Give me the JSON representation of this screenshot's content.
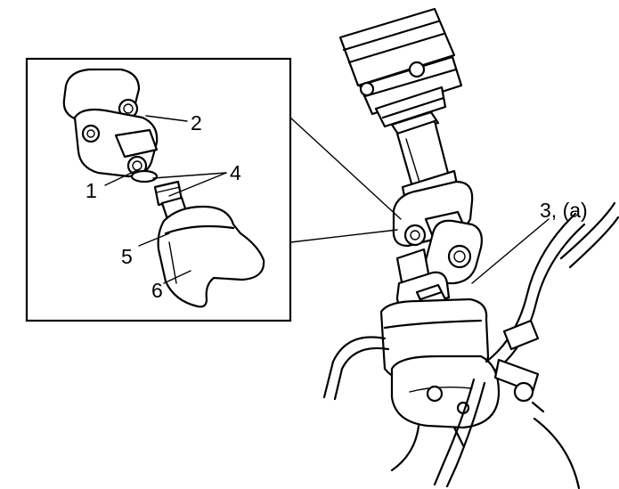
{
  "diagram": {
    "colors": {
      "ink": "#000000",
      "paper": "#ffffff"
    },
    "callouts": {
      "c1": "1",
      "c2": "2",
      "c3a": "3, (a)",
      "c4": "4",
      "c5": "5",
      "c6": "6"
    },
    "parts": [
      "steering-shaft",
      "universal-joint",
      "joint-bolt",
      "steering-gear-housing",
      "pinion-shaft",
      "brake-line"
    ]
  }
}
